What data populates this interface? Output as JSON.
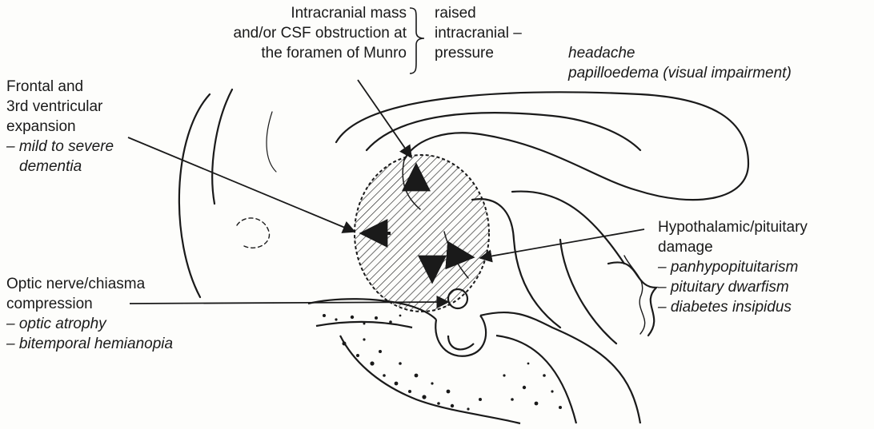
{
  "top_label": {
    "cause_lines": [
      "Intracranial mass",
      "and/or CSF obstruction at",
      "the foramen of Munro"
    ],
    "effect_lines": [
      "raised",
      "intracranial –",
      "pressure"
    ],
    "symptoms": [
      "headache",
      "papilloedema (visual impairment)"
    ]
  },
  "frontal_label": {
    "lines": [
      "Frontal and",
      "3rd ventricular",
      "expansion"
    ],
    "effects": [
      "– mild to severe",
      "dementia"
    ]
  },
  "hypothalamic_label": {
    "lines": [
      "Hypothalamic/pituitary",
      "damage"
    ],
    "effects": [
      "– panhypopituitarism",
      "– pituitary dwarfism",
      "– diabetes insipidus"
    ]
  },
  "optic_label": {
    "lines": [
      "Optic nerve/chiasma",
      "compression"
    ],
    "effects": [
      "– optic atrophy",
      "– bitemporal hemianopia"
    ]
  }
}
